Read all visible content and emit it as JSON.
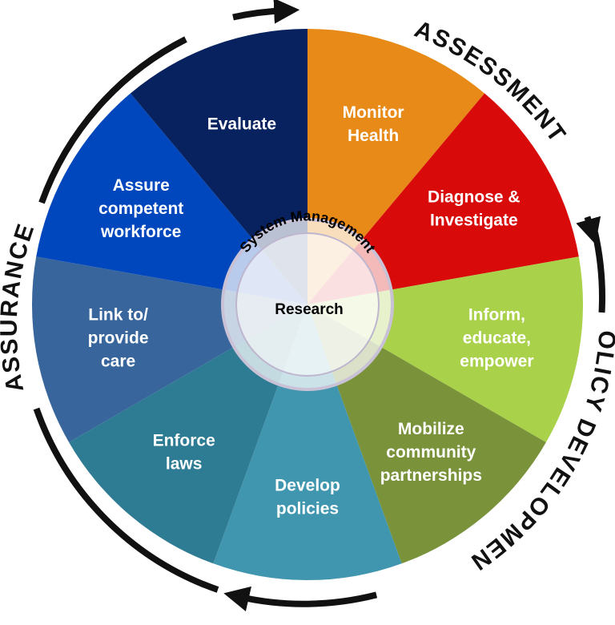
{
  "phases": {
    "assessment": "ASSESSMENT",
    "policy": "POLICY DEVELOPMENT",
    "assurance": "ASSURANCE"
  },
  "center": {
    "ring_label": "System Management",
    "core_label": "Research"
  },
  "segments": [
    {
      "id": "monitor-health",
      "lines": [
        "Monitor",
        "Health"
      ],
      "color": "#E88A17"
    },
    {
      "id": "diagnose",
      "lines": [
        "Diagnose &",
        "Investigate"
      ],
      "color": "#D80A0A"
    },
    {
      "id": "inform",
      "lines": [
        "Inform,",
        "educate,",
        "empower"
      ],
      "color": "#A9D14A"
    },
    {
      "id": "mobilize",
      "lines": [
        "Mobilize",
        "community",
        "partnerships"
      ],
      "color": "#7A933A"
    },
    {
      "id": "develop-policies",
      "lines": [
        "Develop",
        "policies"
      ],
      "color": "#4096AE"
    },
    {
      "id": "enforce-laws",
      "lines": [
        "Enforce",
        "laws"
      ],
      "color": "#2E7B94"
    },
    {
      "id": "link-care",
      "lines": [
        "Link to/",
        "provide",
        "care"
      ],
      "color": "#38669C"
    },
    {
      "id": "assure-workforce",
      "lines": [
        "Assure",
        "competent",
        "workforce"
      ],
      "color": "#0047BD"
    },
    {
      "id": "evaluate",
      "lines": [
        "Evaluate"
      ],
      "color": "#07225E"
    }
  ]
}
